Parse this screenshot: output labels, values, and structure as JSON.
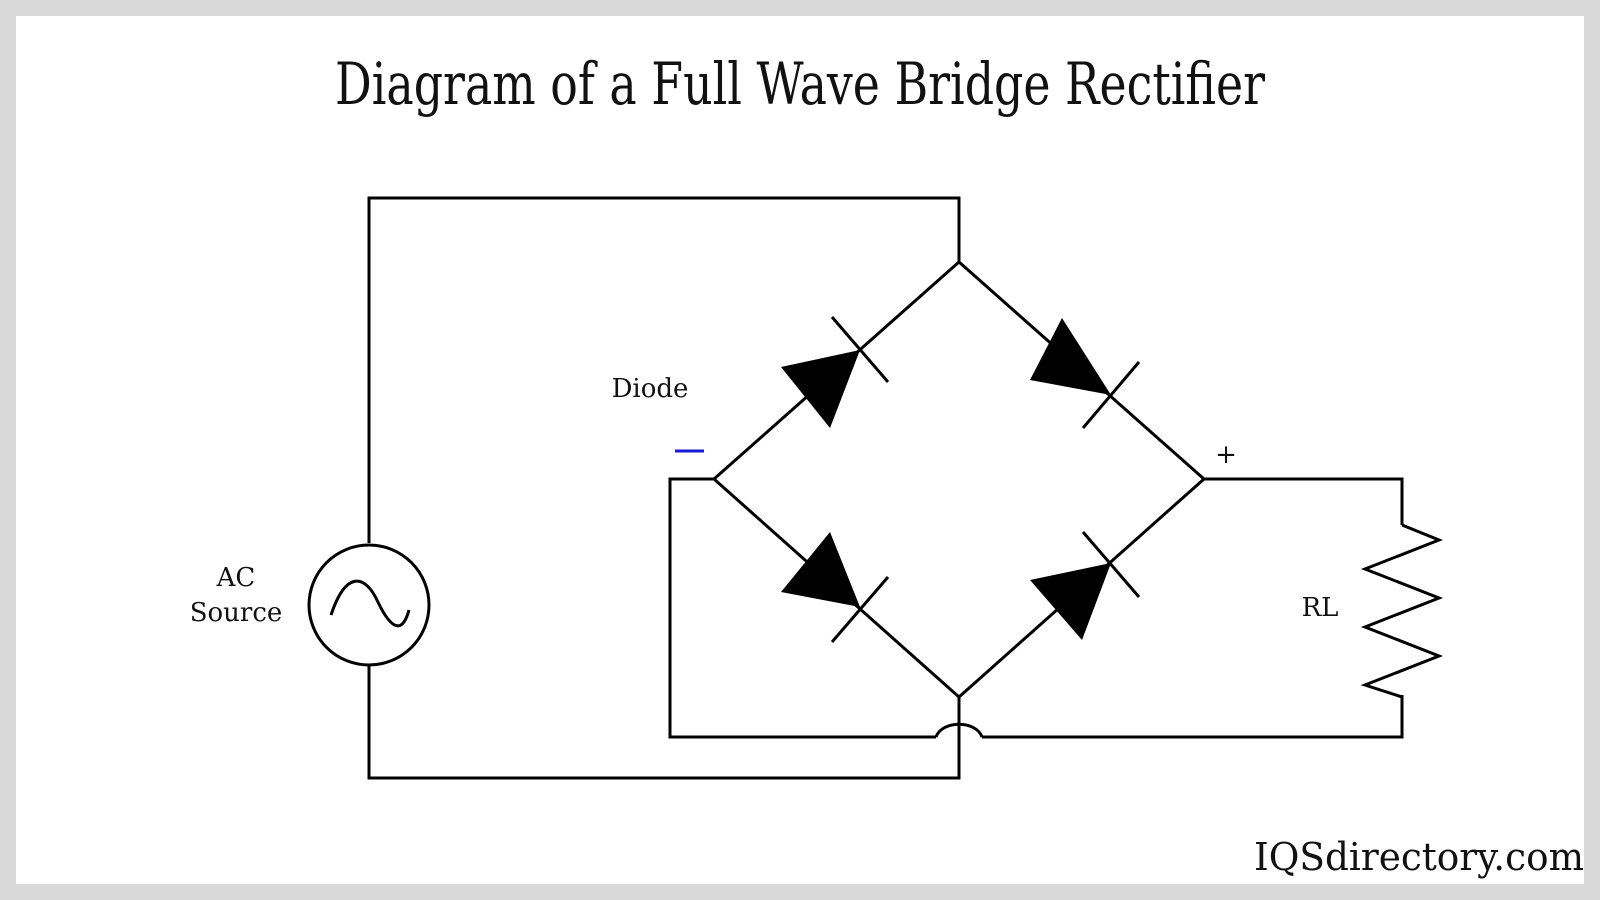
{
  "title": "Diagram of a Full Wave Bridge Rectifier",
  "labels": {
    "diode": "Diode",
    "ac_line1": "AC",
    "ac_line2": "Source",
    "load": "RL",
    "negative": "—",
    "positive": "+"
  },
  "brand": "IQSdirectory.com",
  "colors": {
    "negative_terminal": "#1a1ad6",
    "wire": "#000000",
    "background": "#ffffff",
    "frame": "#d9d9d9"
  }
}
